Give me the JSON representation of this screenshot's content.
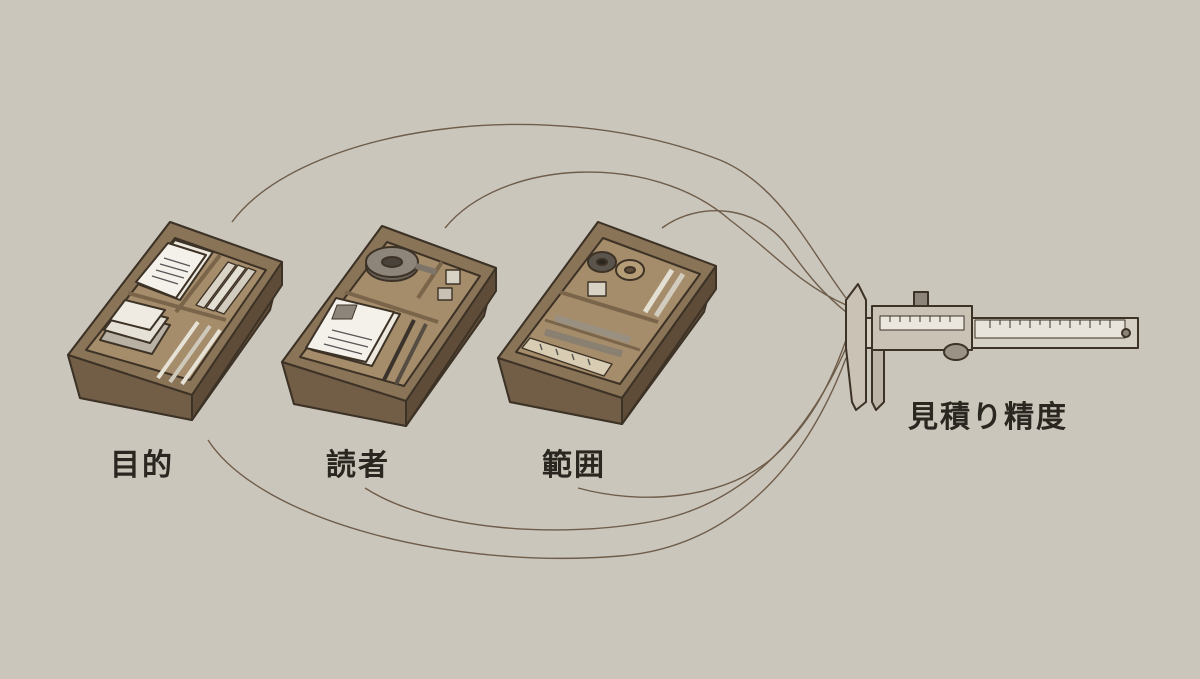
{
  "labels": {
    "purpose": "目的",
    "audience": "読者",
    "scope": "範囲",
    "accuracy": "見積り精度"
  },
  "boxes": [
    {
      "name": "purpose-tray",
      "contents": [
        "document-sheets",
        "index-cards",
        "sticky-note-pads",
        "pens"
      ]
    },
    {
      "name": "audience-tray",
      "contents": [
        "tape-measure",
        "document-sheets",
        "pens",
        "binder-clips"
      ]
    },
    {
      "name": "scope-tray",
      "contents": [
        "washers",
        "pencils",
        "ruler",
        "wood-blocks"
      ]
    }
  ],
  "icons": [
    "caliper-icon"
  ],
  "colors": {
    "background": "#cac6bc",
    "wood": "#8a7458",
    "wood_dark": "#5e4c38",
    "line": "#6f5d4a",
    "text": "#2a2620"
  }
}
